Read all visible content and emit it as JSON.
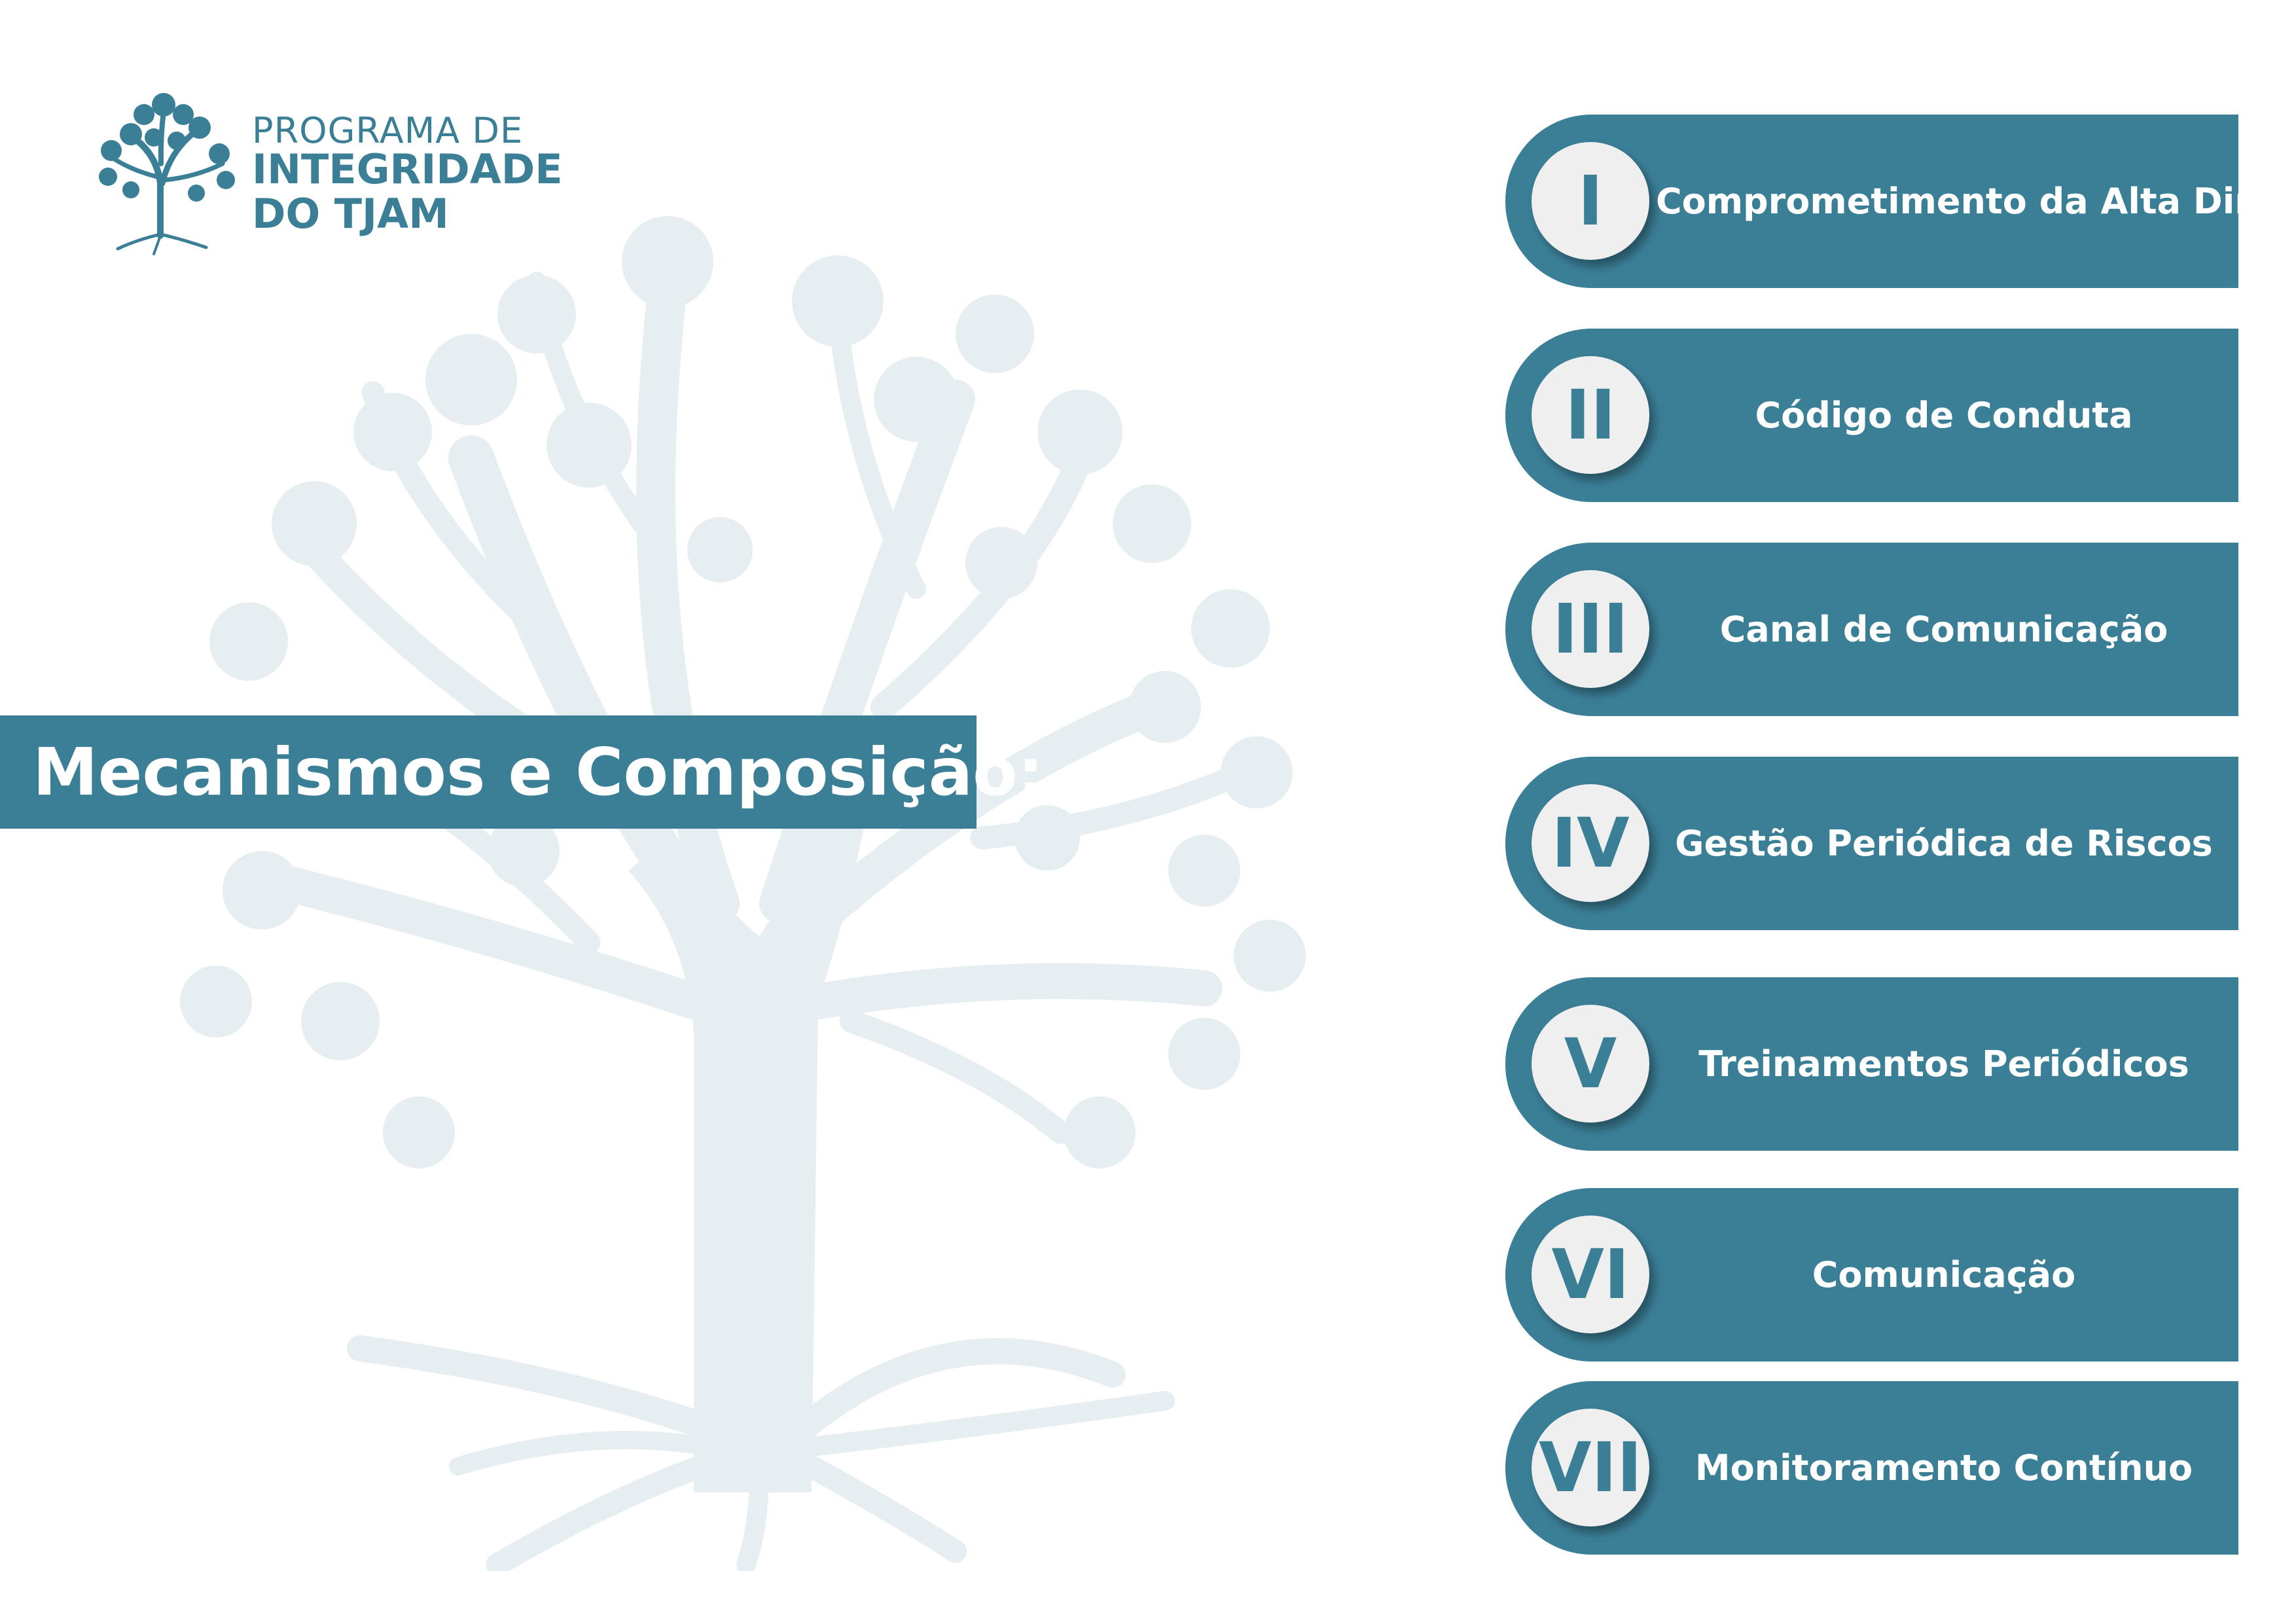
{
  "logo": {
    "line1": "PROGRAMA DE",
    "line2": "INTEGRIDADE",
    "line3": "DO TJAM"
  },
  "title": "Mecanismos e Composição:",
  "items": [
    {
      "numeral": "I",
      "label": "Comprometimento da Alta Direção"
    },
    {
      "numeral": "II",
      "label": "Código de Conduta"
    },
    {
      "numeral": "III",
      "label": "Canal de Comunicação"
    },
    {
      "numeral": "IV",
      "label": "Gestão Periódica de Riscos"
    },
    {
      "numeral": "V",
      "label": "Treinamentos Periódicos"
    },
    {
      "numeral": "VI",
      "label": "Comunicação"
    },
    {
      "numeral": "VII",
      "label": "Monitoramento Contínuo"
    }
  ],
  "colors": {
    "primary": "#3b7f97",
    "badge": "#efefef",
    "tree_watermark": "#e6eef1",
    "background": "#ffffff"
  },
  "icons": {
    "logo": "tree-icon",
    "background": "tree-watermark"
  }
}
